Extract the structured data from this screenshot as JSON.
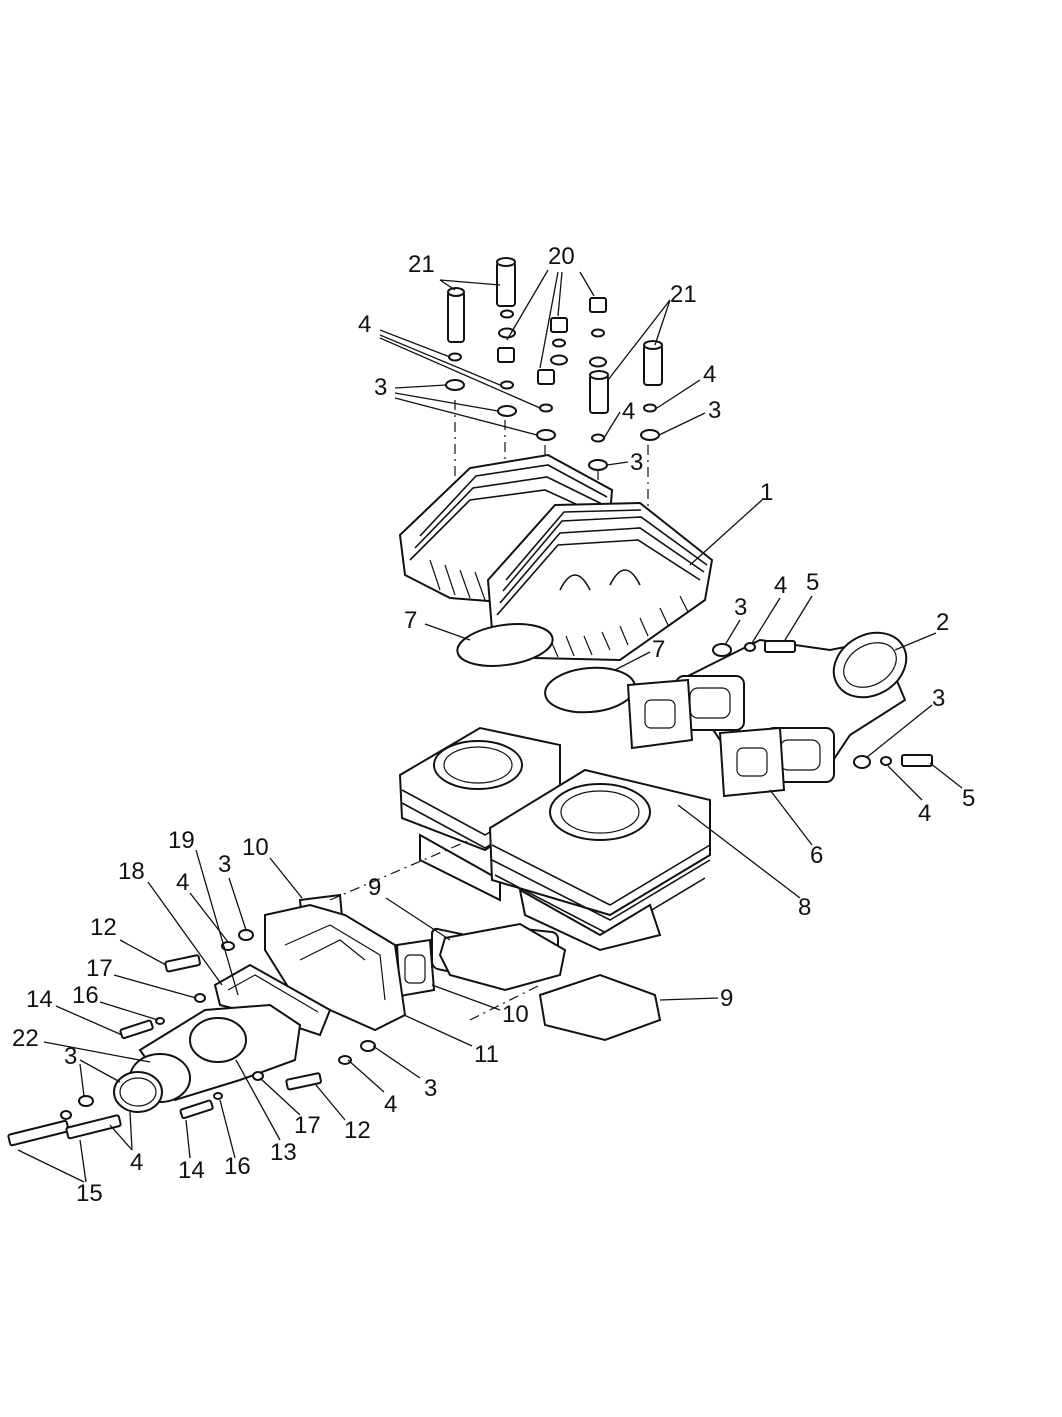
{
  "diagram": {
    "colors": {
      "line": "#111111",
      "background": "#ffffff"
    },
    "callouts": [
      {
        "id": "c21a",
        "text": "21"
      },
      {
        "id": "c20",
        "text": "20"
      },
      {
        "id": "c21b",
        "text": "21"
      },
      {
        "id": "c4a",
        "text": "4"
      },
      {
        "id": "c3a",
        "text": "3"
      },
      {
        "id": "c4b",
        "text": "4"
      },
      {
        "id": "c4c",
        "text": "4"
      },
      {
        "id": "c3b",
        "text": "3"
      },
      {
        "id": "c3c",
        "text": "3"
      },
      {
        "id": "c1",
        "text": "1"
      },
      {
        "id": "c3d",
        "text": "3"
      },
      {
        "id": "c4d",
        "text": "4"
      },
      {
        "id": "c5a",
        "text": "5"
      },
      {
        "id": "c2",
        "text": "2"
      },
      {
        "id": "c7a",
        "text": "7"
      },
      {
        "id": "c7b",
        "text": "7"
      },
      {
        "id": "c3e",
        "text": "3"
      },
      {
        "id": "c5b",
        "text": "5"
      },
      {
        "id": "c4e",
        "text": "4"
      },
      {
        "id": "c6",
        "text": "6"
      },
      {
        "id": "c8",
        "text": "8"
      },
      {
        "id": "c19",
        "text": "19"
      },
      {
        "id": "c10a",
        "text": "10"
      },
      {
        "id": "c18",
        "text": "18"
      },
      {
        "id": "c3f",
        "text": "3"
      },
      {
        "id": "c4f",
        "text": "4"
      },
      {
        "id": "c9a",
        "text": "9"
      },
      {
        "id": "c12a",
        "text": "12"
      },
      {
        "id": "c17a",
        "text": "17"
      },
      {
        "id": "c16a",
        "text": "16"
      },
      {
        "id": "c14a",
        "text": "14"
      },
      {
        "id": "c22",
        "text": "22"
      },
      {
        "id": "c3g",
        "text": "3"
      },
      {
        "id": "c9b",
        "text": "9"
      },
      {
        "id": "c10b",
        "text": "10"
      },
      {
        "id": "c11",
        "text": "11"
      },
      {
        "id": "c3h",
        "text": "3"
      },
      {
        "id": "c4g",
        "text": "4"
      },
      {
        "id": "c12b",
        "text": "12"
      },
      {
        "id": "c17b",
        "text": "17"
      },
      {
        "id": "c13",
        "text": "13"
      },
      {
        "id": "c4h",
        "text": "4"
      },
      {
        "id": "c14b",
        "text": "14"
      },
      {
        "id": "c16b",
        "text": "16"
      },
      {
        "id": "c15",
        "text": "15"
      }
    ]
  }
}
